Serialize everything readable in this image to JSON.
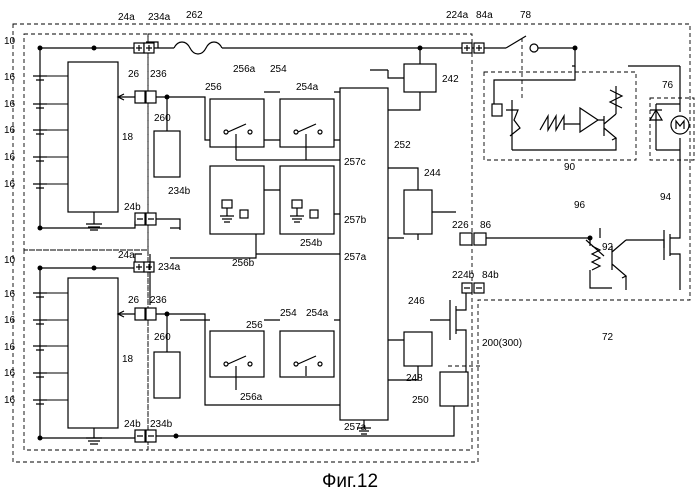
{
  "caption": "Фиг.12",
  "labels": {
    "l10": "10",
    "l16": "16",
    "l18": "18",
    "l24a": "24a",
    "l24b": "24b",
    "l26": "26",
    "l72": "72",
    "l76": "76",
    "l78": "78",
    "l84a": "84a",
    "l84b": "84b",
    "l86": "86",
    "l90": "90",
    "l92": "92",
    "l94": "94",
    "l96": "96",
    "l200": "200(300)",
    "l224a": "224a",
    "l224b": "224b",
    "l226": "226",
    "l234a": "234a",
    "l234b": "234b",
    "l236": "236",
    "l242": "242",
    "l244": "244",
    "l246": "246",
    "l248": "248",
    "l250": "250",
    "l252": "252",
    "l254": "254",
    "l254a": "254a",
    "l254b": "254b",
    "l256": "256",
    "l256a": "256a",
    "l256b": "256b",
    "l257a": "257a",
    "l257b": "257b",
    "l257c": "257c",
    "l260": "260",
    "l262": "262"
  }
}
